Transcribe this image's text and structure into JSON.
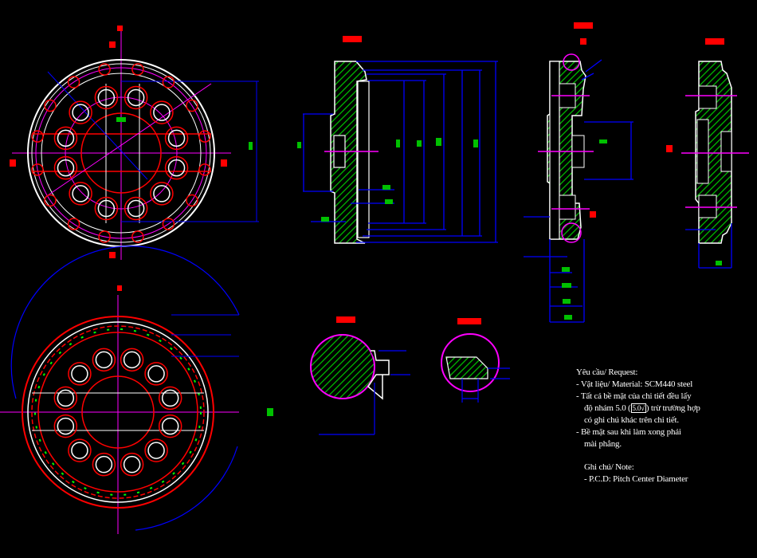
{
  "drawing": {
    "colors": {
      "background": "#000000",
      "outline": "#ffffff",
      "hidden": "#ff0000",
      "center": "#ff00ff",
      "dimension": "#0000ff",
      "hatch": "#00c000"
    }
  },
  "notes": {
    "request_title": "Yêu cầu/ Request:",
    "items": [
      "- Vật liệu/ Material: SCM440 steel",
      "- Tất cả bề mặt của chi tiết đều lấy",
      "độ nhám 5.0 (",
      ") trừ trường hợp",
      "có ghi  chú khác trên chi tiết.",
      "- Bề mặt sau khi làm xong phải",
      "mài phẳng."
    ],
    "roughness_symbol": "5.0√",
    "note_title": "Ghi chú/ Note:",
    "note_items": [
      "- P.C.D: Pitch Center Diameter"
    ]
  }
}
